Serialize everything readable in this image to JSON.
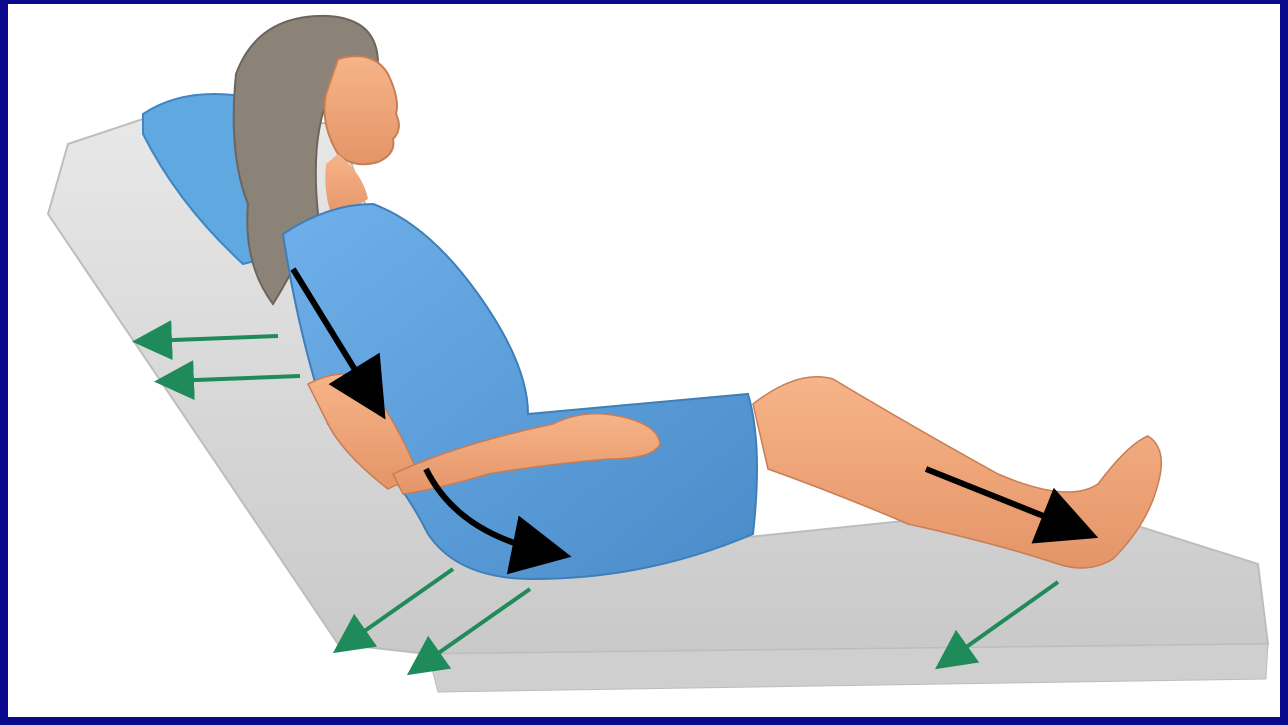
{
  "illustration": {
    "subject": "patient-reclined-in-bed",
    "colors": {
      "frame_border": "#0a0a8c",
      "background": "#ffffff",
      "mattress": "#dcdcdc",
      "pillow": "#5fa8e0",
      "gown": "#5b9fdb",
      "skin": "#f0a477",
      "hair": "#8c8378",
      "force_arrow_black": "#000000",
      "force_arrow_green": "#1f8a5a"
    },
    "icons": {
      "black_arrows": "body-sliding-direction-arrow",
      "green_arrows": "shear-force-arrow"
    }
  }
}
